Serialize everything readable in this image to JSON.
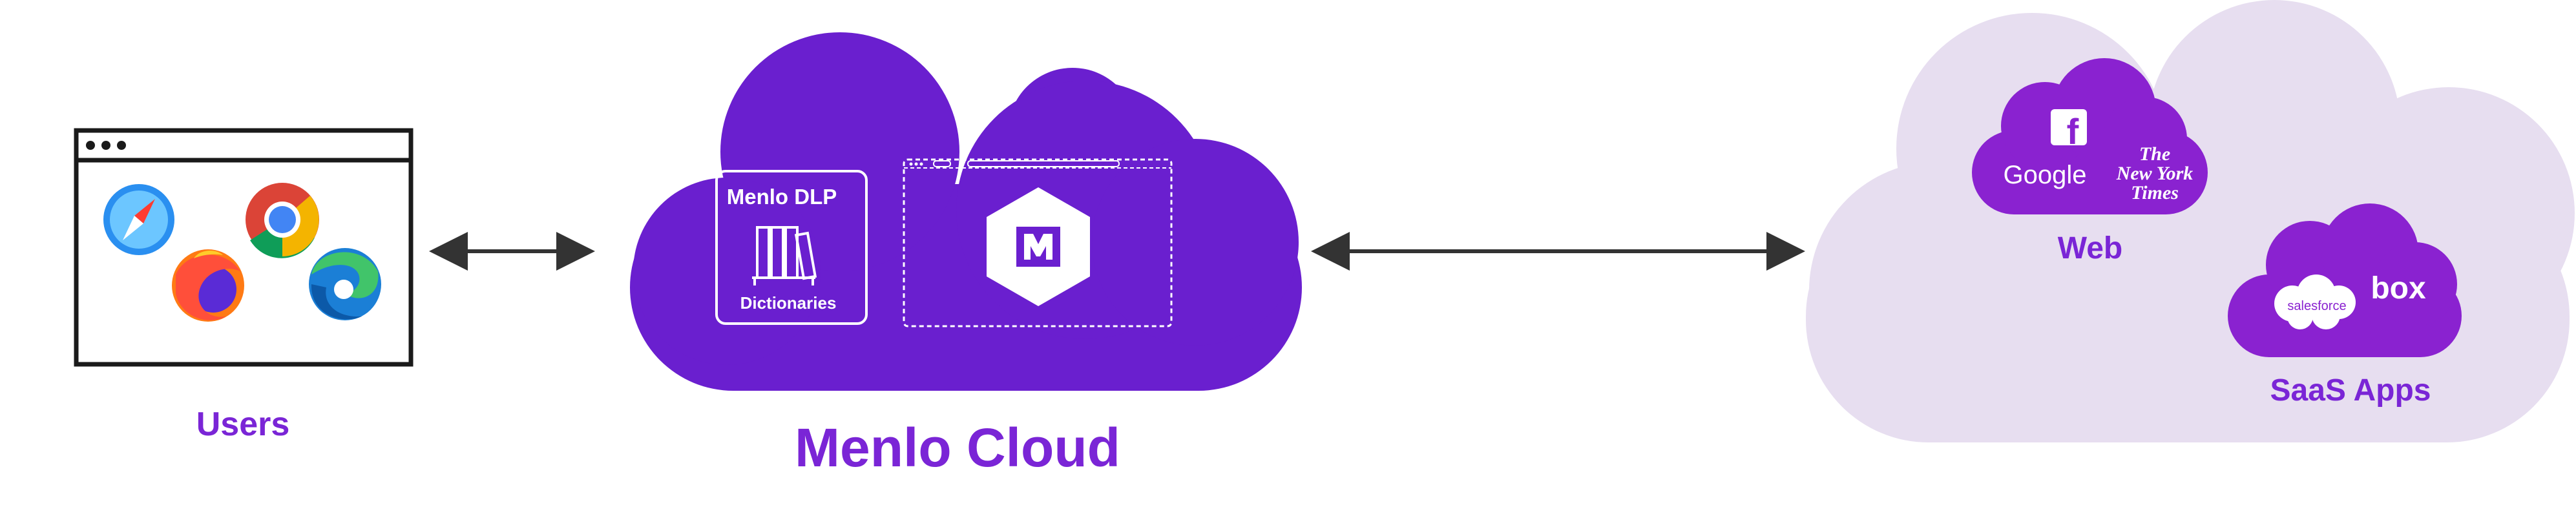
{
  "users": {
    "label": "Users"
  },
  "menlo_cloud": {
    "label": "Menlo Cloud",
    "dlp_card": {
      "title": "Menlo DLP",
      "caption": "Dictionaries"
    },
    "logo_letter": "M"
  },
  "web": {
    "label": "Web",
    "google": "Google",
    "facebook": "f",
    "nyt_lines": [
      "The",
      "New York",
      "Times"
    ]
  },
  "saas": {
    "label": "SaaS Apps",
    "salesforce": "salesforce",
    "box": "box"
  },
  "colors": {
    "brand_purple": "#6a1fcf",
    "light_cloud": "#e7def0",
    "small_cloud": "#8a22d0",
    "label_purple": "#7a25d6"
  }
}
